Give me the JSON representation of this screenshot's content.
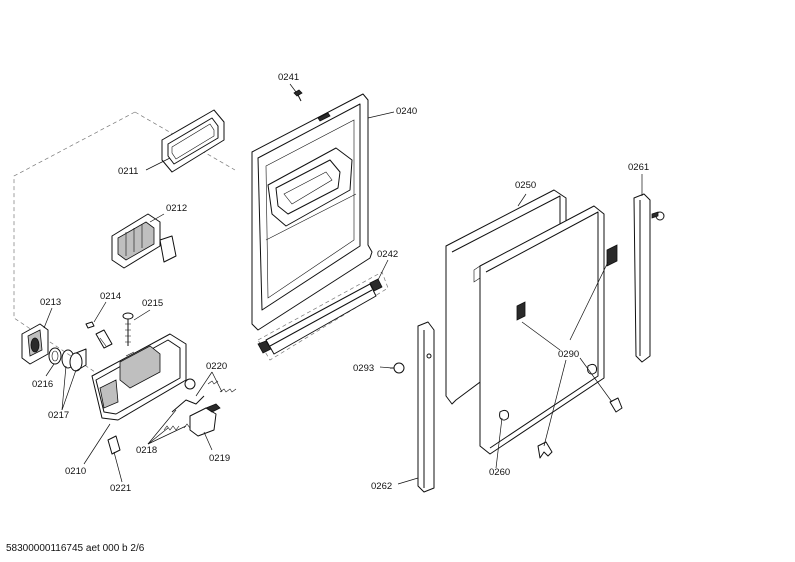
{
  "labels": {
    "p0241": "0241",
    "p0240": "0240",
    "p0211": "0211",
    "p0212": "0212",
    "p0242": "0242",
    "p0250": "0250",
    "p0261": "0261",
    "p0213": "0213",
    "p0214": "0214",
    "p0215": "0215",
    "p0216": "0216",
    "p0217": "0217",
    "p0220": "0220",
    "p0218": "0218",
    "p0219": "0219",
    "p0210": "0210",
    "p0221": "0221",
    "p0293": "0293",
    "p0290": "0290",
    "p0260": "0260",
    "p0262": "0262"
  },
  "footer": {
    "document_id": "58300000116745 aet 000 b 2/6"
  }
}
